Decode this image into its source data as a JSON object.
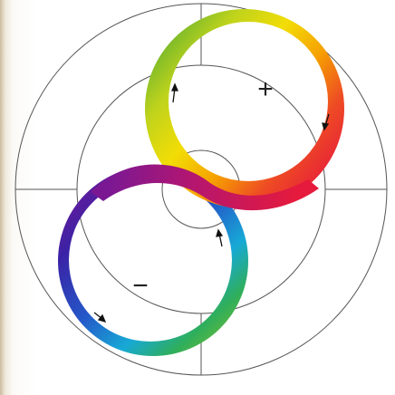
{
  "figure": {
    "plus_sign": "+",
    "minus_sign": "−",
    "colors": {
      "line": "#555555",
      "arrow": "#111111",
      "band_stops": [
        "#e8e200",
        "#f6a800",
        "#ef5020",
        "#e8192c",
        "#d61a6a",
        "#8c168e",
        "#3b1fa3",
        "#2d58c7",
        "#16a7d8",
        "#18b5a0",
        "#3ba43a",
        "#7cbf2a",
        "#c8d21a"
      ]
    },
    "arrows": [
      "upper-left-up",
      "upper-right-down",
      "center-right-up",
      "lower-left-down"
    ]
  }
}
